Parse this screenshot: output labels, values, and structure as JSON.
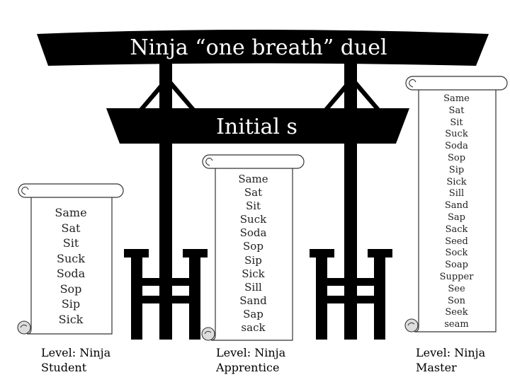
{
  "title": "Ninja “one breath”  duel",
  "subtitle": "Initial s",
  "levels": [
    {
      "label_line1": "Level: Ninja",
      "label_line2": "Student",
      "words": [
        "Same",
        "Sat",
        "Sit",
        "Suck",
        "Soda",
        "Sop",
        "Sip",
        "Sick"
      ]
    },
    {
      "label_line1": "Level: Ninja",
      "label_line2": "Apprentice",
      "words": [
        "Same",
        "Sat",
        "Sit",
        "Suck",
        "Soda",
        "Sop",
        "Sip",
        "Sick",
        "Sill",
        "Sand",
        "Sap",
        "sack"
      ]
    },
    {
      "label_line1": "Level: Ninja",
      "label_line2": "Master",
      "words": [
        "Same",
        "Sat",
        "Sit",
        "Suck",
        "Soda",
        "Sop",
        "Sip",
        "Sick",
        "Sill",
        "Sand",
        "Sap",
        "Sack",
        "Seed",
        "Sock",
        "Soap",
        "Supper",
        "See",
        "Son",
        "Seek",
        "seam"
      ]
    }
  ],
  "colors": {
    "gate": "#000000",
    "scroll_fill": "#ffffff",
    "scroll_stroke": "#333333"
  }
}
